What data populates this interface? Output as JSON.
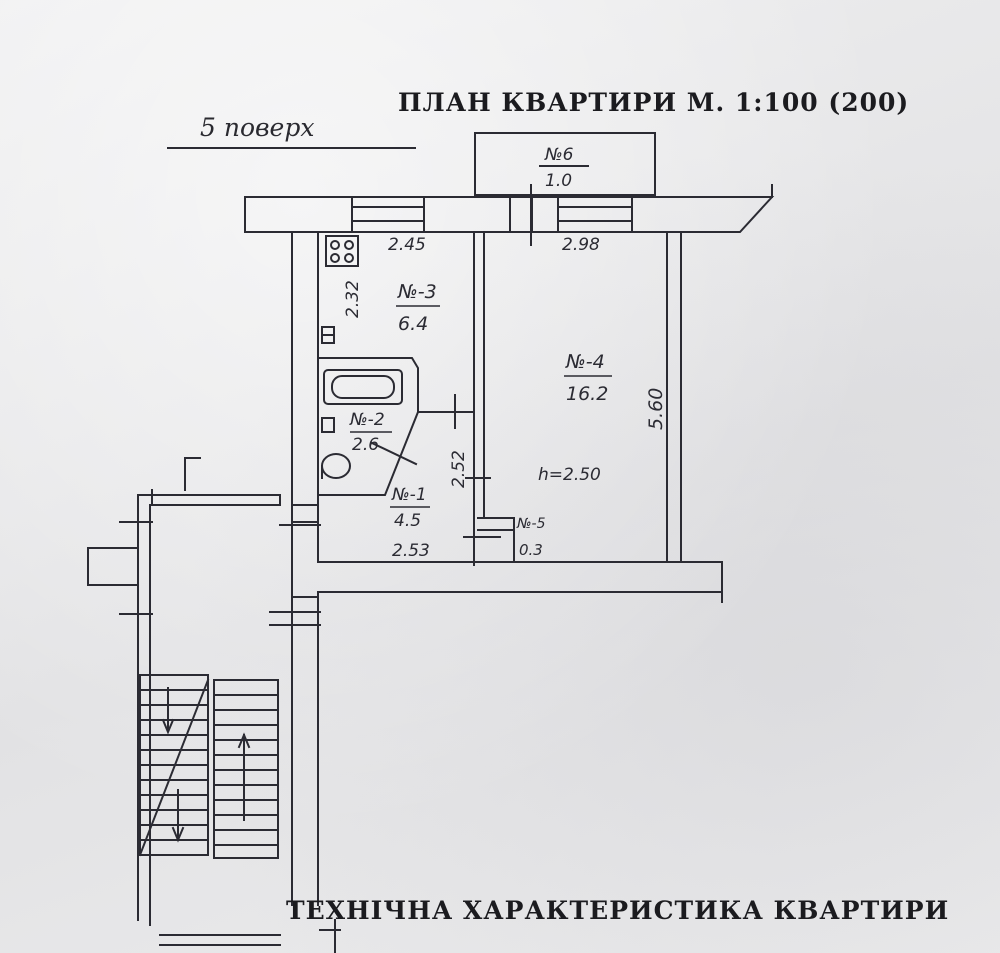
{
  "header": {
    "title": "ПЛАН КВАРТИРИ М. 1:100 (200)",
    "floor": "5 поверх"
  },
  "footer": {
    "title": "ТЕХНІЧНА ХАРАКТЕРИСТИКА КВАРТИРИ"
  },
  "rooms": {
    "balcony": {
      "code": "№6",
      "area": "1.0"
    },
    "kitchen": {
      "code": "№-3",
      "area": "6.4"
    },
    "living": {
      "code": "№-4",
      "area": "16.2"
    },
    "bathroom": {
      "code": "№-2",
      "area": "2.6"
    },
    "hall": {
      "code": "№-1",
      "area": "4.5"
    },
    "closet": {
      "code": "№-5",
      "area": "0.3"
    }
  },
  "dimensions": {
    "kitchen_width": "2.45",
    "living_width": "2.98",
    "kitchen_depth": "2.32",
    "living_depth": "5.60",
    "hall_depth": "2.52",
    "hall_width": "2.53",
    "ceiling_height": "h=2.50"
  },
  "colors": {
    "ink": "#2b2b33",
    "paper": "#e9e9ea"
  }
}
